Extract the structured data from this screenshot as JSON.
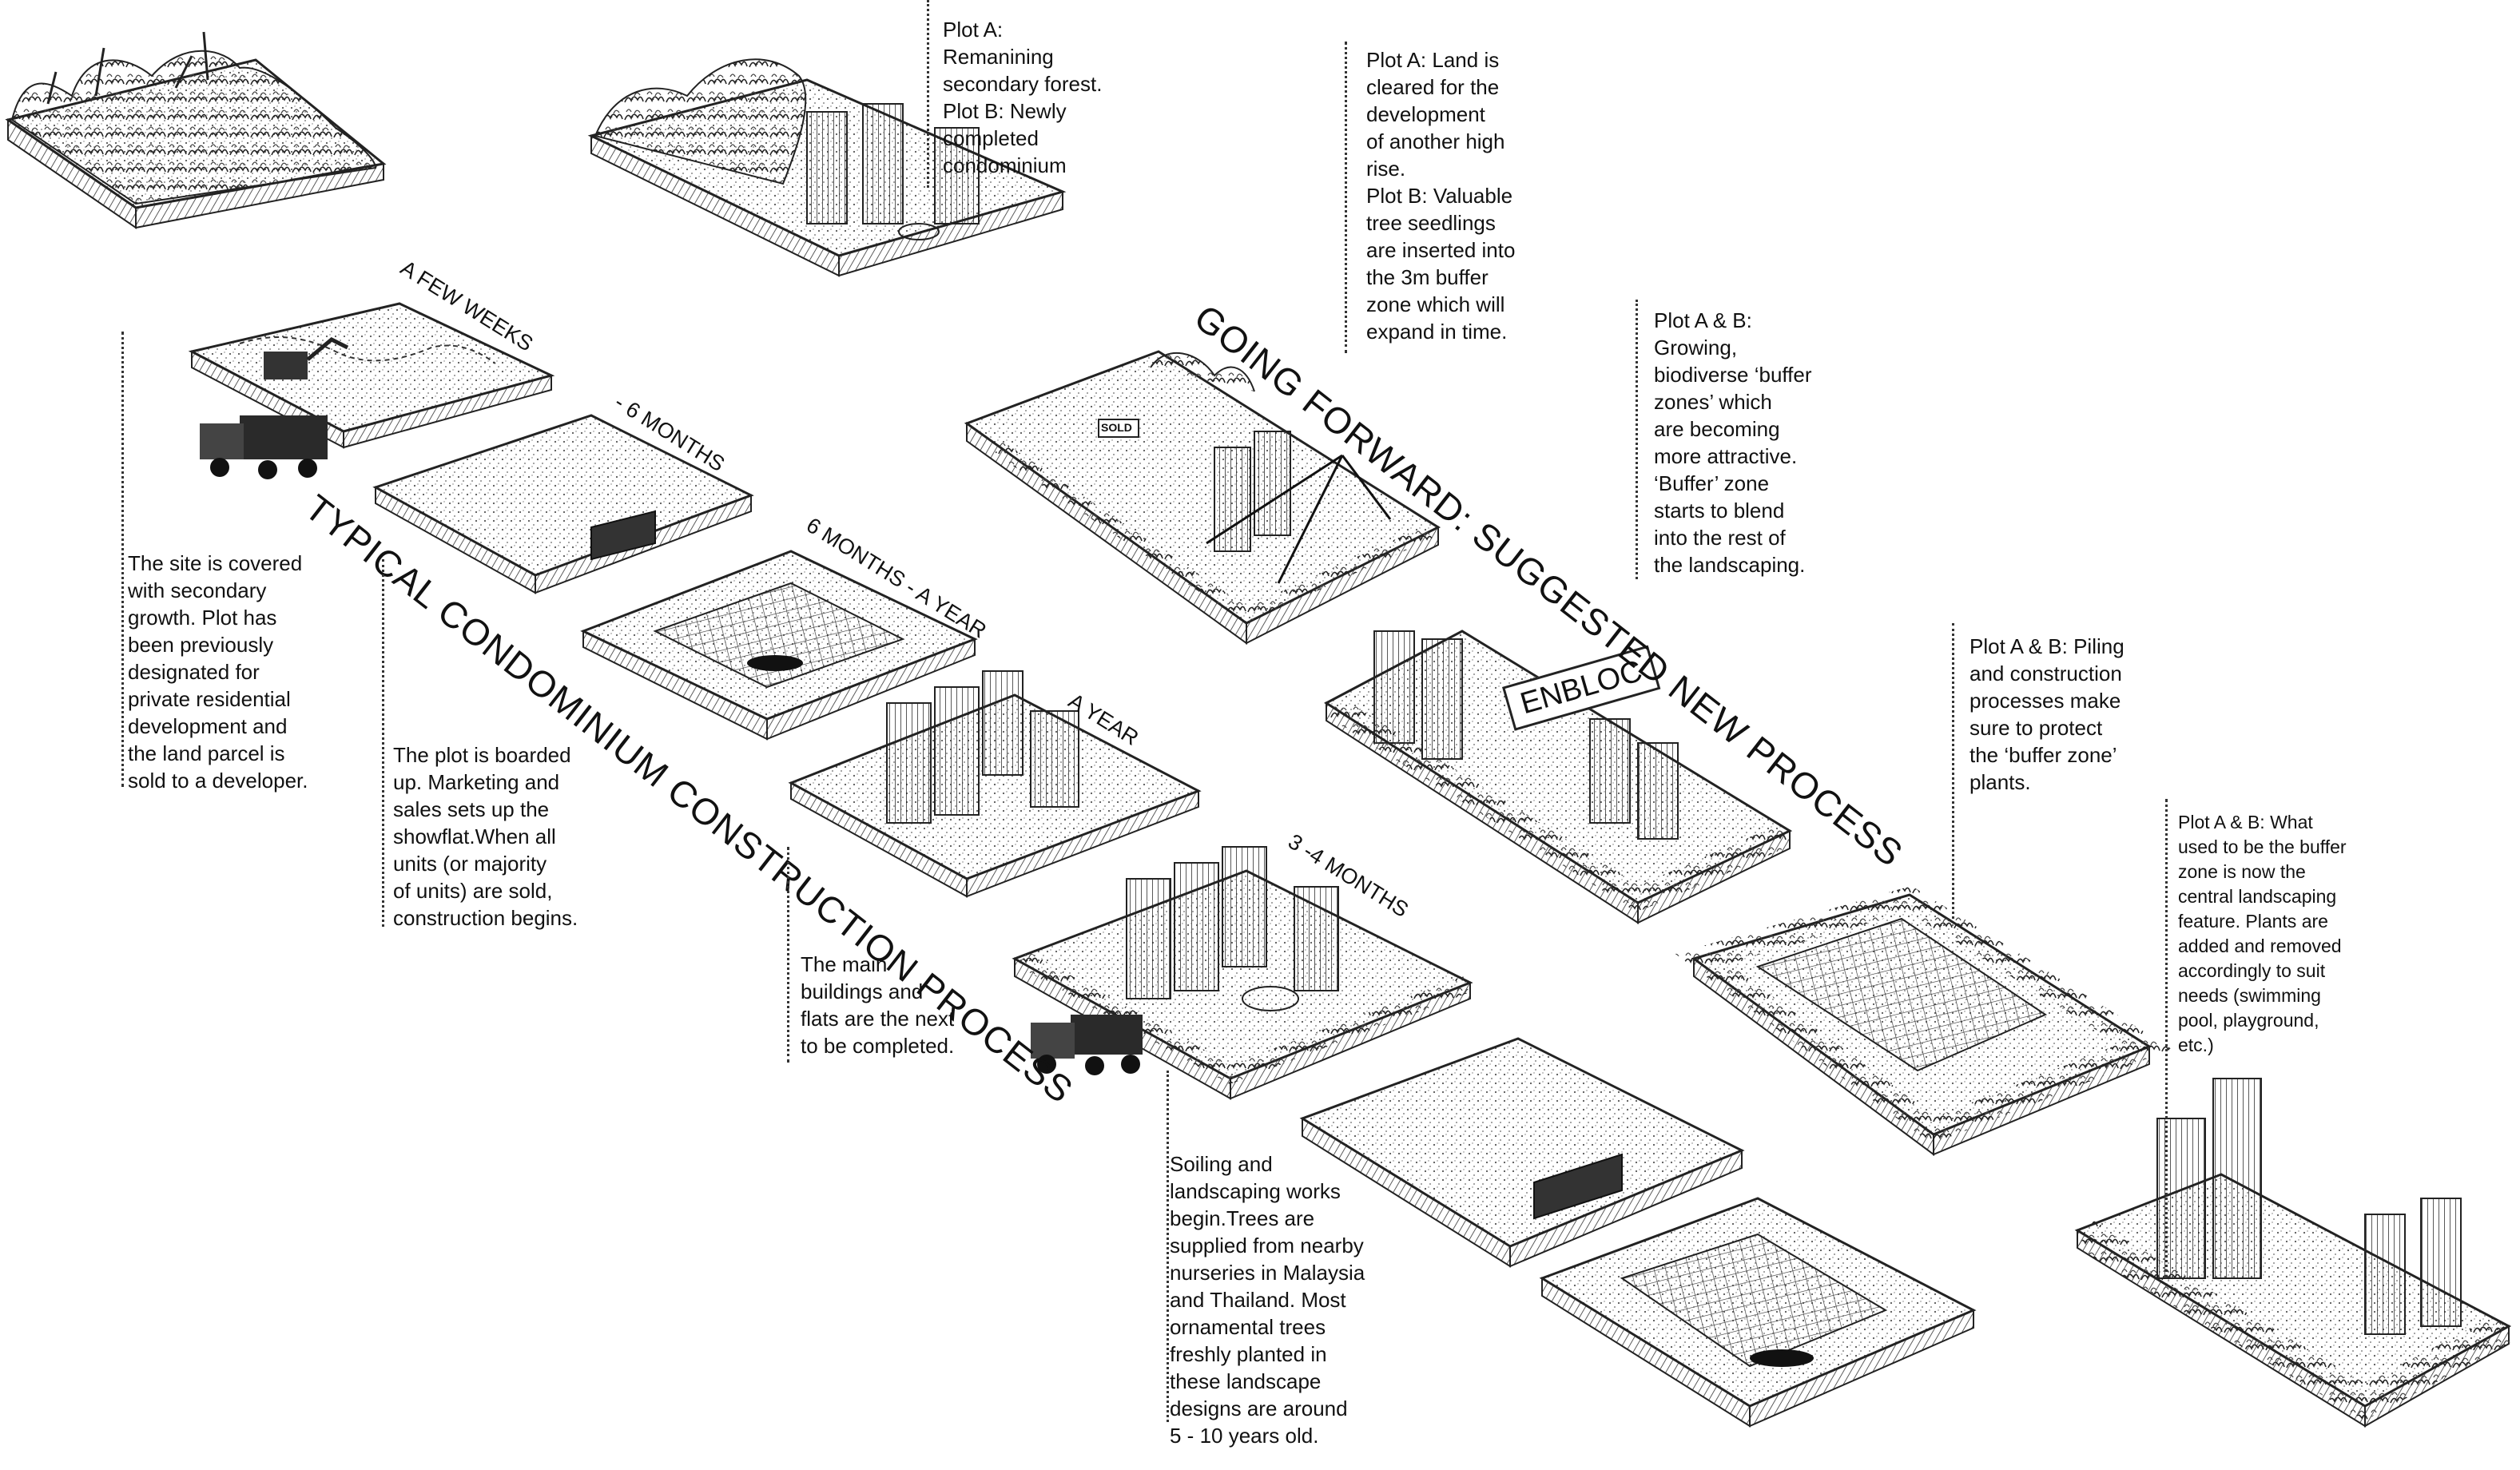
{
  "titles": {
    "typical": "TYPICAL CONDOMINIUM CONSTRUCTION PROCESS",
    "suggested": "GOING FORWARD: SUGGESTED NEW PROCESS"
  },
  "stage_labels": {
    "few_weeks": "A FEW WEEKS",
    "six_months": "- 6 MONTHS",
    "six_months_year": "6 MONTHS - A YEAR",
    "a_year": "A YEAR",
    "three_four_months": "3 -4 MONTHS"
  },
  "sold_sign": "SOLD",
  "enbloc_sign": "ENBLOC",
  "typical_notes": {
    "site": [
      "The site is covered",
      "with secondary",
      "growth. Plot has",
      "been previously",
      "designated for",
      "private residential",
      "development and",
      "the land parcel is",
      "sold to a developer."
    ],
    "boarded": [
      "The plot is boarded",
      "up. Marketing and",
      "sales sets up the",
      "showflat.When all",
      "units (or majority",
      "of units) are sold,",
      "construction begins."
    ],
    "buildings": [
      "The main",
      "buildings and",
      "flats are the next",
      "to be completed."
    ],
    "soiling": [
      "Soiling and",
      "landscaping works",
      "begin.Trees are",
      "supplied from nearby",
      "nurseries in Malaysia",
      "and Thailand. Most",
      "ornamental trees",
      "freshly planted in",
      "these landscape",
      "designs are around",
      "5 - 10 years old."
    ]
  },
  "suggested_notes": {
    "plot_forest": [
      "Plot A:",
      "Remanining",
      "secondary forest.",
      "Plot B: Newly",
      "completed",
      "condominium"
    ],
    "plot_cleared": [
      "Plot A: Land is",
      "cleared for the",
      "development",
      "of another high",
      "rise.",
      "Plot B: Valuable",
      "tree seedlings",
      "are inserted into",
      "the 3m buffer",
      "zone which will",
      "expand in time."
    ],
    "plot_growing": [
      "Plot A & B:",
      "Growing,",
      "biodiverse ‘buffer",
      "zones’ which",
      "are becoming",
      "more attractive.",
      "‘Buffer’ zone",
      "starts to blend",
      "into the rest of",
      "the landscaping."
    ],
    "plot_piling": [
      "Plot A & B: Piling",
      "and construction",
      "processes make",
      "sure to protect",
      "the ‘buffer zone’",
      "plants."
    ],
    "plot_central": [
      "Plot A & B: What",
      "used to be the buffer",
      "zone is now the",
      "central landscaping",
      "feature. Plants are",
      "added and removed",
      "accordingly to suit",
      "needs (swimming",
      "pool, playground,",
      "etc.)"
    ]
  }
}
